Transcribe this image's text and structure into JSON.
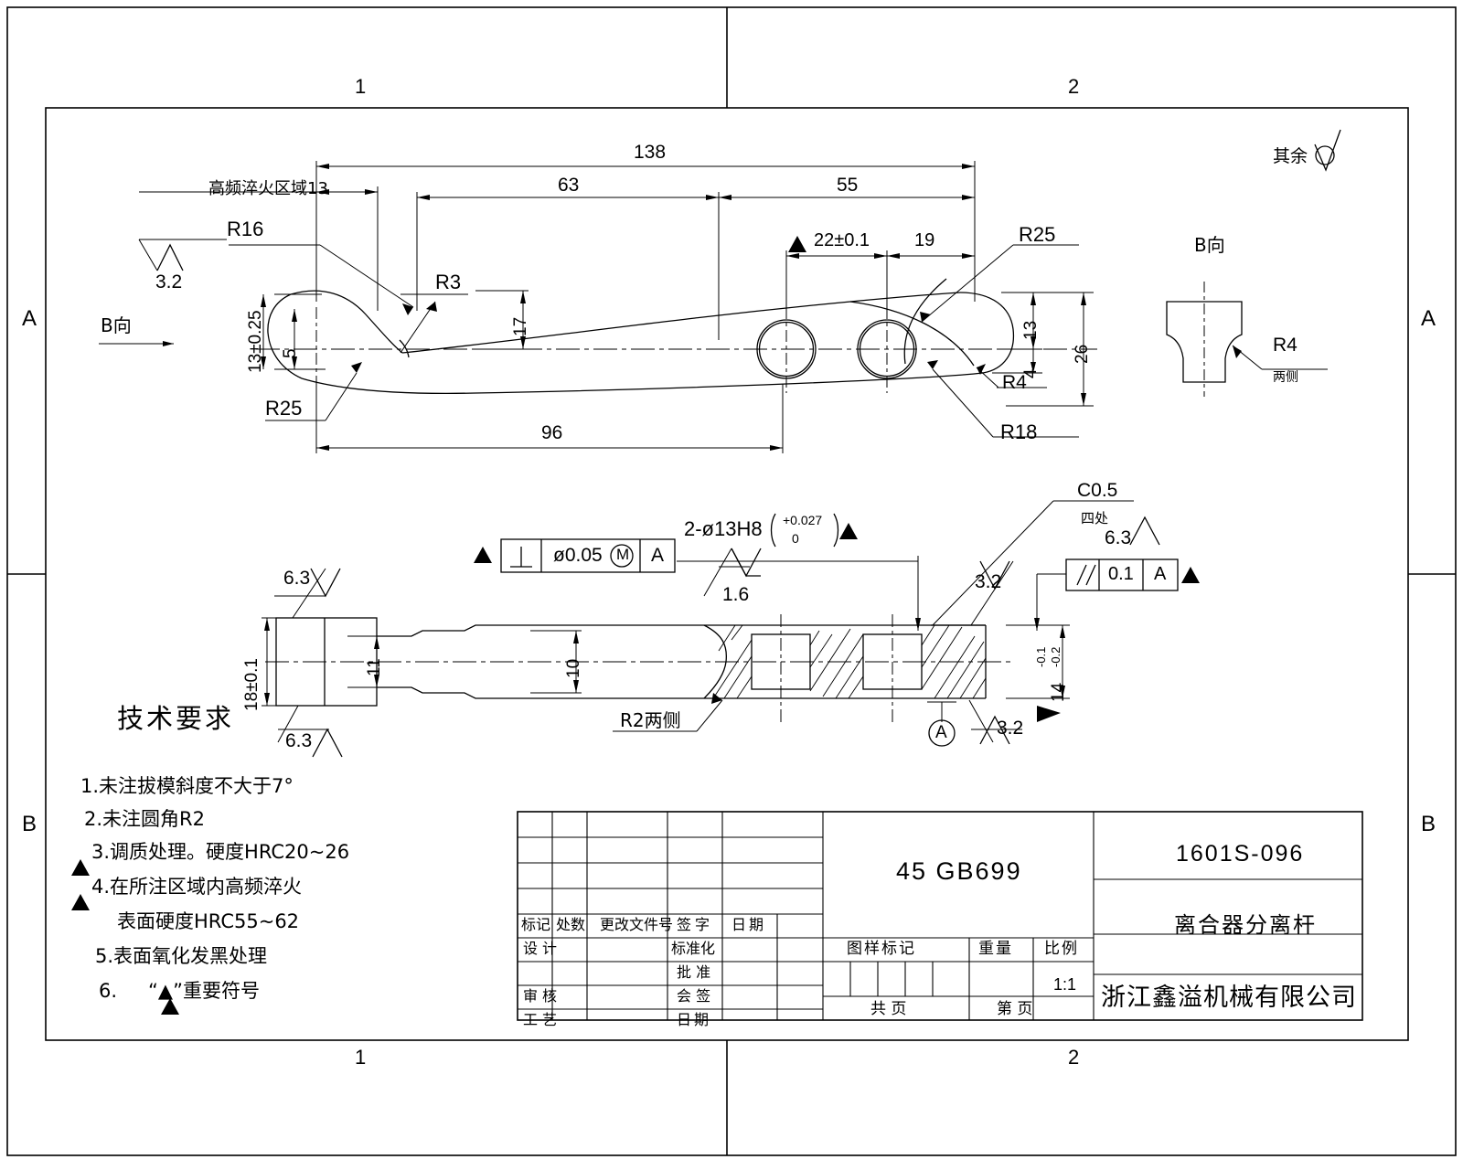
{
  "drawing": {
    "title_note": "其余",
    "zone_labels_left": [
      "A",
      "B"
    ],
    "zone_labels_right": [
      "A",
      "B"
    ],
    "zone_labels_top": [
      "1",
      "2"
    ],
    "zone_labels_bottom": [
      "1",
      "2"
    ]
  },
  "top_view": {
    "dims": {
      "overall_138": "138",
      "mid_63": "63",
      "right_55": "55",
      "lower_96": "96",
      "hole_spacing_22": "22±0.1",
      "edge_19": "19",
      "height_13_tol": "13±0.25",
      "offset_5": "5",
      "height_17": "17",
      "height_13": "13",
      "height_4": "4",
      "height_26": "26"
    },
    "radii": {
      "r16": "R16",
      "r3": "R3",
      "r25_left": "R25",
      "r25_right": "R25",
      "r18": "R18",
      "r4": "R4"
    },
    "labels": {
      "quench_zone": "高频淬火区域13",
      "view_arrow_b": "B向",
      "finish_32": "3.2"
    }
  },
  "side_view_b": {
    "title": "B向",
    "radius_note": "R4",
    "radius_sub": "两侧"
  },
  "section_view": {
    "dims": {
      "height_18": "18±0.1",
      "width_11": "11",
      "width_10": "10",
      "height_14": "14",
      "tol_upper": "-0.1",
      "tol_lower": "-0.2"
    },
    "hole_callout": "2-ø13H8",
    "hole_tol_upper": "+0.027",
    "hole_tol_lower": "0",
    "gdt_perp": {
      "symbol": "⟂",
      "tolerance": "ø0.05",
      "modifier": "M",
      "datum": "A"
    },
    "gdt_par": {
      "symbol": "//",
      "tolerance": "0.1",
      "datum": "A"
    },
    "chamfer": "C0.5",
    "chamfer_sub": "四处",
    "fillet_note": "R2两侧",
    "datum_label": "A",
    "finishes": {
      "f63_top": "6.3",
      "f63_bottom": "6.3",
      "f16": "1.6",
      "f32_upper": "3.2",
      "f32_lower": "3.2",
      "f63_right": "6.3"
    }
  },
  "tech_notes": {
    "heading": "技术要求",
    "items": [
      {
        "num": "1.",
        "text": "未注拔模斜度不大于7°",
        "important": false
      },
      {
        "num": "2.",
        "text": "未注圆角R2",
        "important": false
      },
      {
        "num": "3.",
        "text": "调质处理。硬度HRC20~26",
        "important": true
      },
      {
        "num": "4.",
        "text": "在所注区域内高频淬火",
        "important": true
      },
      {
        "num": "",
        "text": "表面硬度HRC55~62",
        "important": false
      },
      {
        "num": "5.",
        "text": "表面氧化发黑处理",
        "important": false
      },
      {
        "num": "6.",
        "text": "“▲”重要符号",
        "important": false
      }
    ]
  },
  "title_block": {
    "material": "45 GB699",
    "part_number": "1601S-096",
    "part_name": "离合器分离杆",
    "company": "浙江鑫溢机械有限公司",
    "scale_value": "1:1",
    "rev_headers": [
      "标记",
      "处数",
      "更改文件号",
      "签字",
      "日期"
    ],
    "left_rows": [
      {
        "role": "设计",
        "role2": "标准化"
      },
      {
        "role": "",
        "role2": "批 准"
      },
      {
        "role": "审核",
        "role2": "会 签"
      },
      {
        "role": "工艺",
        "role2": "日期"
      }
    ],
    "mid_headers": [
      "图样标记",
      "重量",
      "比例"
    ],
    "page_labels": [
      "共  页",
      "第  页"
    ]
  }
}
